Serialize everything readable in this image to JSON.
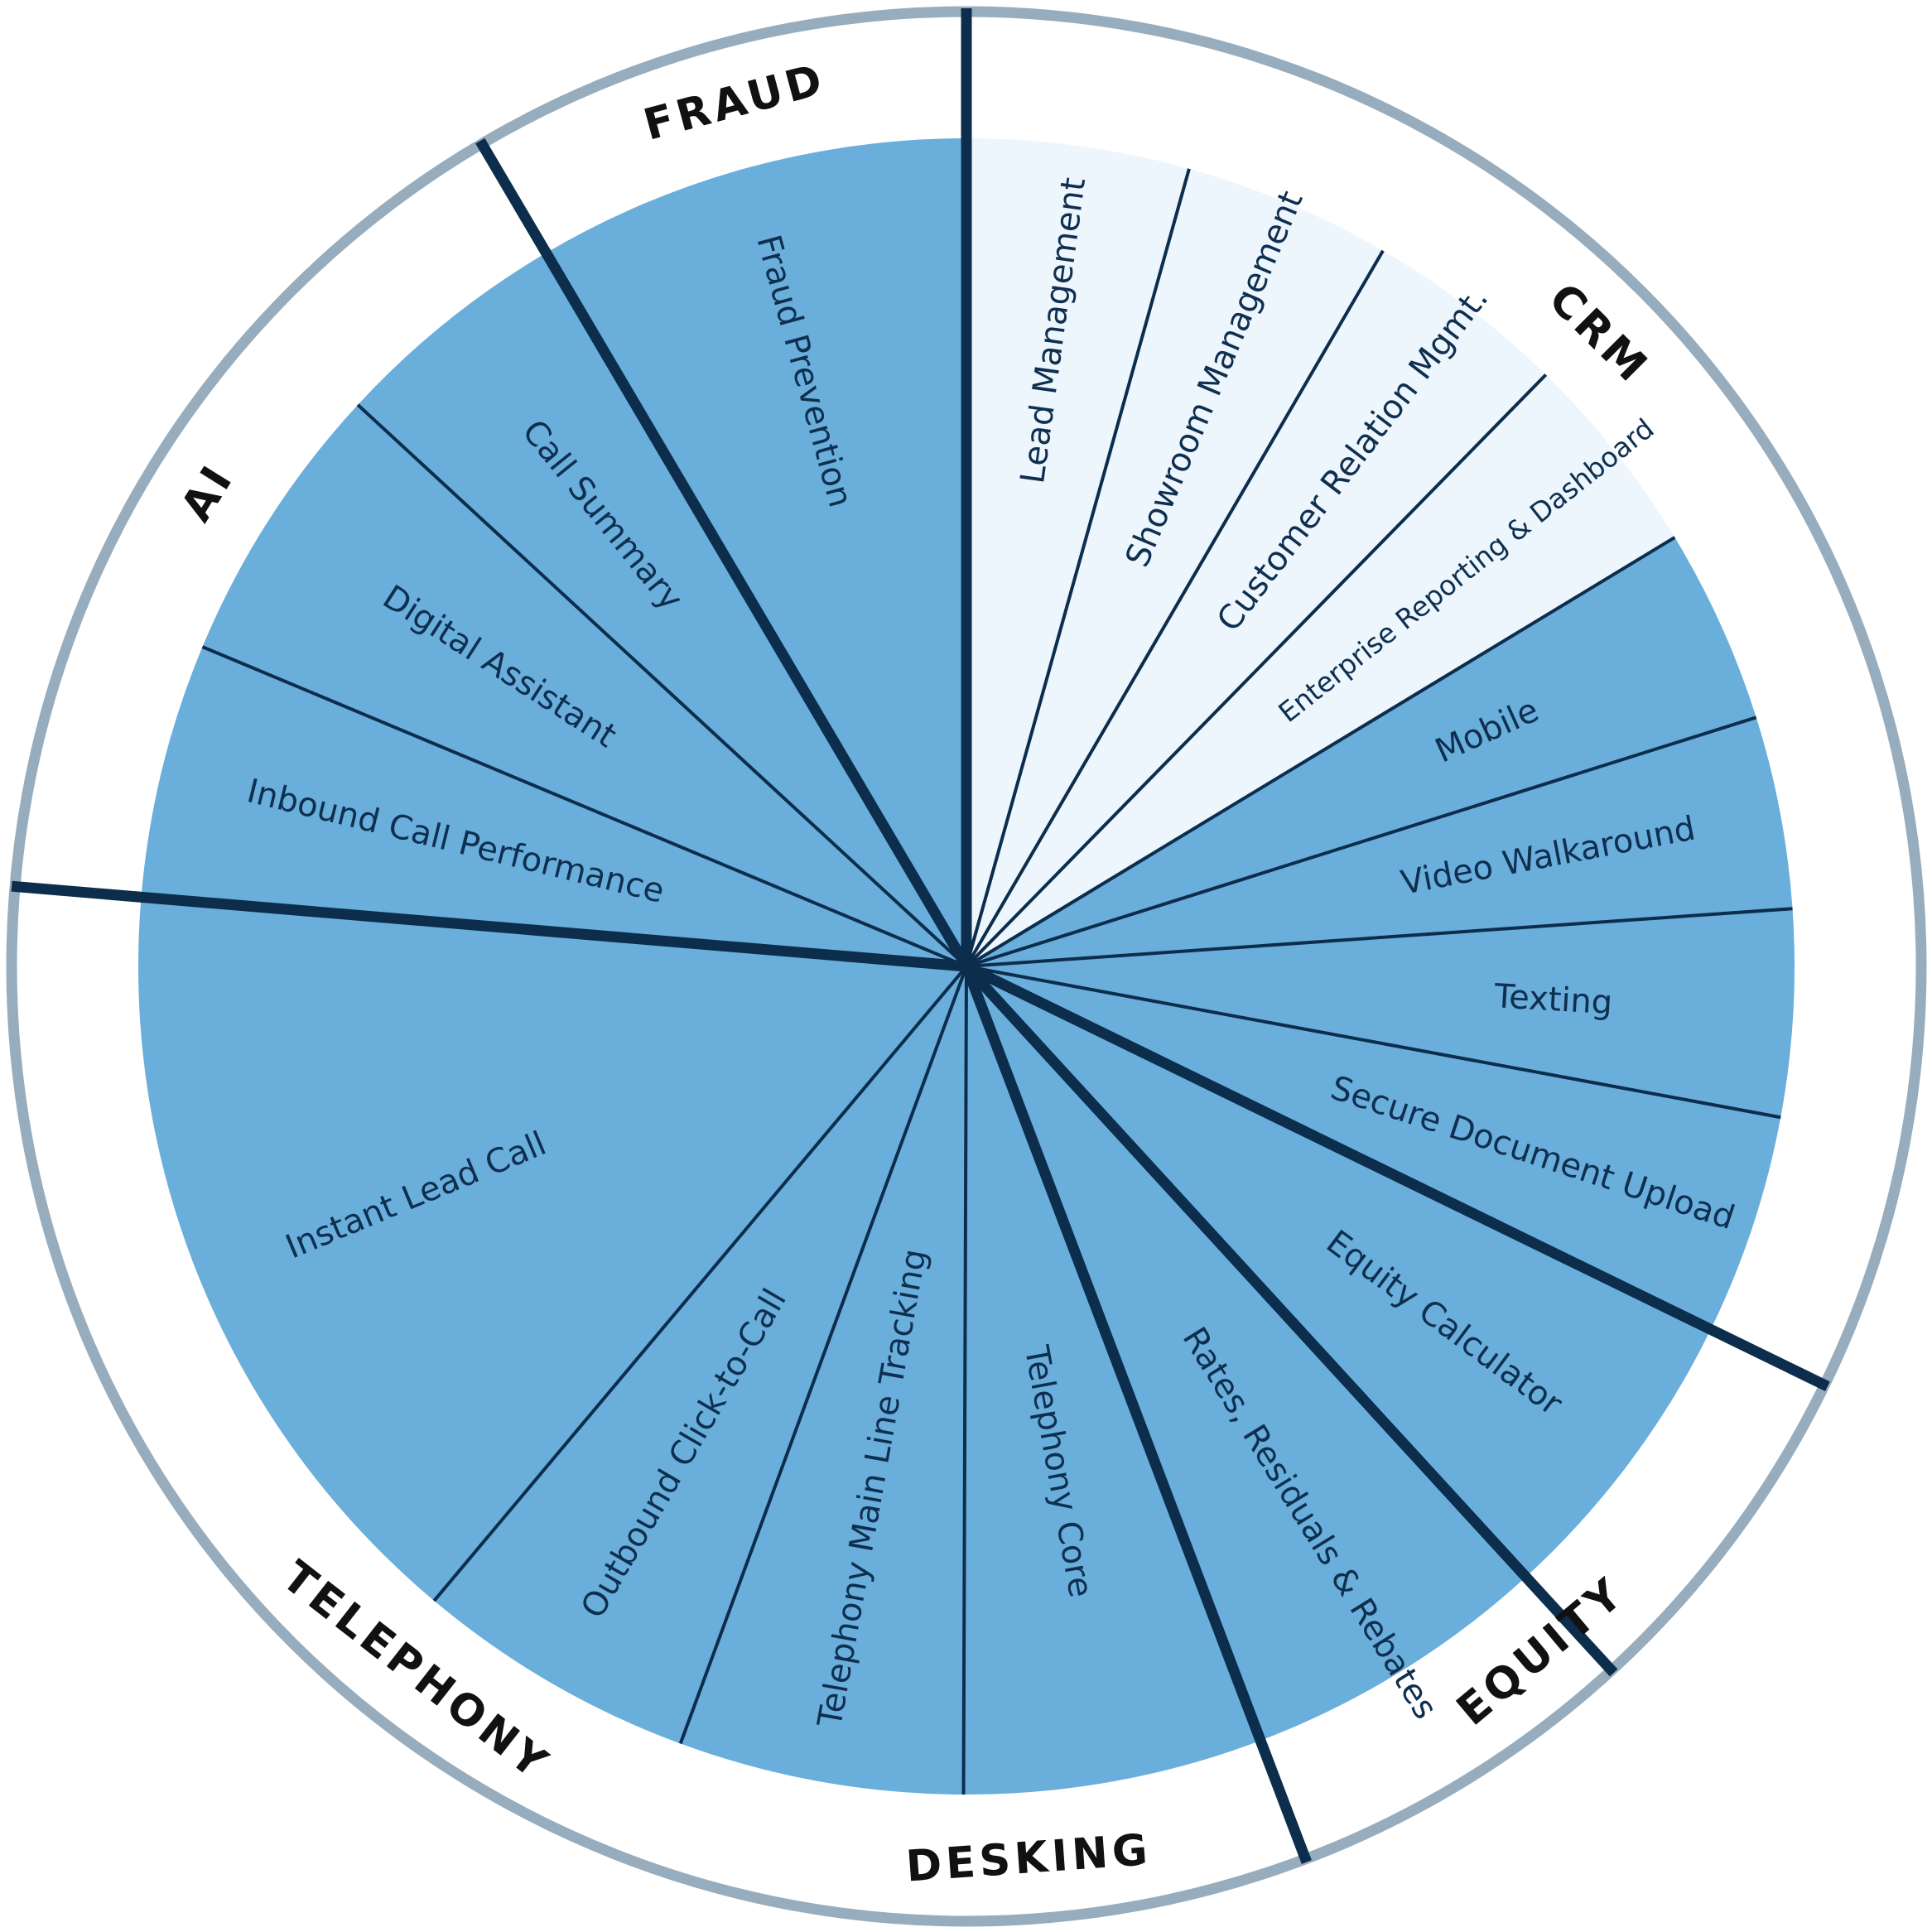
{
  "colors": {
    "segment_fill": "#6aaedb",
    "highlight_fill": "#edf5fd",
    "thin_divider": "#0c2d4c",
    "thick_divider": "#0c2d4c",
    "outer_ring": "#97adbd",
    "background": "#ffffff"
  },
  "segments": [
    {
      "label": "Lead Management",
      "category": "CRM",
      "highlight": true
    },
    {
      "label": "Showroom Management",
      "category": "CRM",
      "highlight": true
    },
    {
      "label": "Customer Relation Mgmt.",
      "category": "CRM",
      "highlight": true
    },
    {
      "label": "Enterprise Reporting & Dashboard",
      "category": "CRM",
      "highlight": true
    },
    {
      "label": "Mobile",
      "category": "CRM",
      "highlight": false
    },
    {
      "label": "Video Walkaround",
      "category": "CRM",
      "highlight": false
    },
    {
      "label": "Texting",
      "category": "CRM",
      "highlight": false
    },
    {
      "label": "Secure Document Upload",
      "category": "CRM",
      "highlight": false
    },
    {
      "label": "Equity Calculator",
      "category": "EQUITY",
      "highlight": false
    },
    {
      "label": "Rates, Residuals & Rebates",
      "category": "DESKING",
      "highlight": false
    },
    {
      "label": "Telephony Core",
      "category": "TELEPHONY",
      "highlight": false
    },
    {
      "label": "Telephony Main Line Tracking",
      "category": "TELEPHONY",
      "highlight": false
    },
    {
      "label": "Outbound Click-to-Call",
      "category": "TELEPHONY",
      "highlight": false
    },
    {
      "label": "Instant Lead Call",
      "category": "TELEPHONY",
      "highlight": false
    },
    {
      "label": "Inbound Call Performance",
      "category": "AI",
      "highlight": false
    },
    {
      "label": "Digital Assistant",
      "category": "AI",
      "highlight": false
    },
    {
      "label": "Call Summary",
      "category": "AI",
      "highlight": false
    },
    {
      "label": "Fraud Prevention",
      "category": "FRAUD",
      "highlight": false
    }
  ],
  "categories": [
    {
      "label": "CRM"
    },
    {
      "label": "EQUITY"
    },
    {
      "label": "DESKING"
    },
    {
      "label": "TELEPHONY"
    },
    {
      "label": "AI"
    },
    {
      "label": "FRAUD"
    }
  ]
}
